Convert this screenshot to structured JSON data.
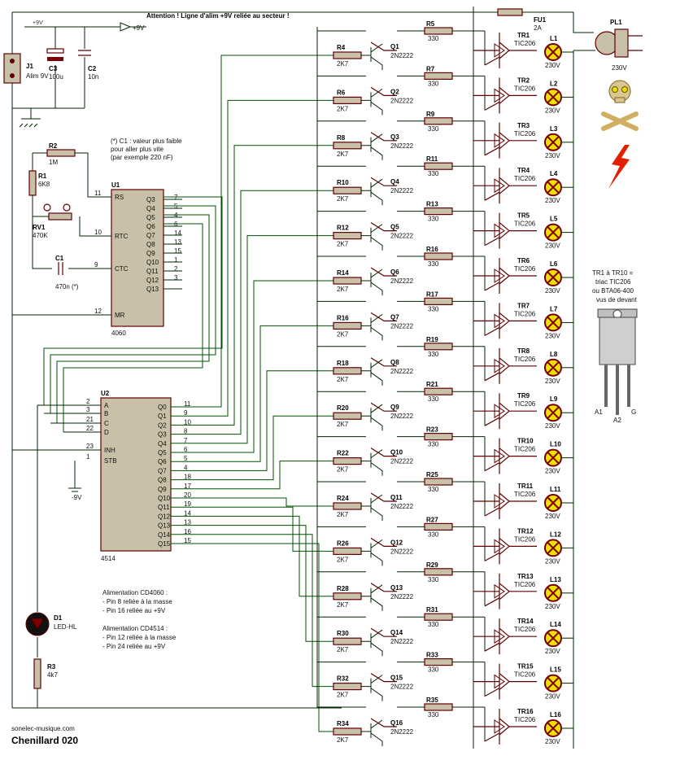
{
  "warning": "Attention ! Ligne d'alim +9V reliée au secteur !",
  "title": "Chenillard 020",
  "site": "sonelec-musique.com",
  "plus9v_label": "+9V",
  "minus9v_label": "-9V",
  "v9_small": "+9V",
  "j1": {
    "ref": "J1",
    "value": "Alim 9V"
  },
  "c3": {
    "ref": "C3",
    "value": "100u"
  },
  "c2": {
    "ref": "C2",
    "value": "10n"
  },
  "r2": {
    "ref": "R2",
    "value": "1M"
  },
  "r1": {
    "ref": "R1",
    "value": "6K8"
  },
  "rv1": {
    "ref": "RV1",
    "value": "470K"
  },
  "c1": {
    "ref": "C1",
    "value": "470n (*)"
  },
  "c1_note": [
    "(*) C1 : valeur plus faible",
    "pour aller plus vite",
    "(par exemple 220 nF)"
  ],
  "u1": {
    "ref": "U1",
    "part": "4060",
    "left_pins": [
      {
        "num": "11",
        "name": "RS"
      },
      {
        "num": "10",
        "name": "RTC"
      },
      {
        "num": "9",
        "name": "CTC"
      },
      {
        "num": "12",
        "name": "MR"
      }
    ],
    "right_pins": [
      {
        "name": "Q3",
        "num": "7"
      },
      {
        "name": "Q4",
        "num": "5"
      },
      {
        "name": "Q5",
        "num": "4"
      },
      {
        "name": "Q6",
        "num": "6"
      },
      {
        "name": "Q7",
        "num": "14"
      },
      {
        "name": "Q8",
        "num": "13"
      },
      {
        "name": "Q9",
        "num": "15"
      },
      {
        "name": "Q10",
        "num": "1"
      },
      {
        "name": "Q11",
        "num": "2"
      },
      {
        "name": "Q12",
        "num": "3"
      },
      {
        "name": "Q13",
        "num": ""
      }
    ]
  },
  "u2": {
    "ref": "U2",
    "part": "4514",
    "left_pins": [
      {
        "num": "2",
        "name": "A"
      },
      {
        "num": "3",
        "name": "B"
      },
      {
        "num": "21",
        "name": "C"
      },
      {
        "num": "22",
        "name": "D"
      },
      {
        "num": "23",
        "name": "INH"
      },
      {
        "num": "1",
        "name": "STB"
      }
    ],
    "right_pins": [
      {
        "name": "Q0",
        "num": "11"
      },
      {
        "name": "Q1",
        "num": "9"
      },
      {
        "name": "Q2",
        "num": "10"
      },
      {
        "name": "Q3",
        "num": "8"
      },
      {
        "name": "Q4",
        "num": "7"
      },
      {
        "name": "Q5",
        "num": "6"
      },
      {
        "name": "Q6",
        "num": "5"
      },
      {
        "name": "Q7",
        "num": "4"
      },
      {
        "name": "Q8",
        "num": "18"
      },
      {
        "name": "Q9",
        "num": "17"
      },
      {
        "name": "Q10",
        "num": "20"
      },
      {
        "name": "Q11",
        "num": "19"
      },
      {
        "name": "Q12",
        "num": "14"
      },
      {
        "name": "Q13",
        "num": "13"
      },
      {
        "name": "Q14",
        "num": "16"
      },
      {
        "name": "Q15",
        "num": "15"
      }
    ]
  },
  "d1": {
    "ref": "D1",
    "value": "LED-HL"
  },
  "r3": {
    "ref": "R3",
    "value": "4k7"
  },
  "supply_notes": [
    "Alimentation CD4060 :",
    "- Pin 8 reliée à la masse",
    "- Pin 16 reliée au +9V",
    "Alimentation CD4514 :",
    "- Pin 12 reliée à la masse",
    "- Pin 24 reliée au +9V"
  ],
  "fu1": {
    "ref": "FU1",
    "value": "2A"
  },
  "pl1": {
    "ref": "PL1",
    "value": "230V"
  },
  "triac_note": [
    "TR1 à TR10 =",
    "triac TIC206",
    "ou BTA06-400",
    "vus de devant"
  ],
  "triac_pins": [
    "A1",
    "A2",
    "G"
  ],
  "stages": [
    {
      "rb": "R4",
      "rc": "R5",
      "q": "Q1",
      "tr": "TR1",
      "l": "L1"
    },
    {
      "rb": "R6",
      "rc": "R7",
      "q": "Q2",
      "tr": "TR2",
      "l": "L2"
    },
    {
      "rb": "R8",
      "rc": "R9",
      "q": "Q3",
      "tr": "TR3",
      "l": "L3"
    },
    {
      "rb": "R10",
      "rc": "R11",
      "q": "Q4",
      "tr": "TR4",
      "l": "L4"
    },
    {
      "rb": "R12",
      "rc": "R13",
      "q": "Q5",
      "tr": "TR5",
      "l": "L5"
    },
    {
      "rb": "R14",
      "rc": "R16",
      "q": "Q6",
      "tr": "TR6",
      "l": "L6"
    },
    {
      "rb": "R16",
      "rc": "R17",
      "q": "Q7",
      "tr": "TR7",
      "l": "L7"
    },
    {
      "rb": "R18",
      "rc": "R19",
      "q": "Q8",
      "tr": "TR8",
      "l": "L8"
    },
    {
      "rb": "R20",
      "rc": "R21",
      "q": "Q9",
      "tr": "TR9",
      "l": "L9"
    },
    {
      "rb": "R22",
      "rc": "R23",
      "q": "Q10",
      "tr": "TR10",
      "l": "L10"
    },
    {
      "rb": "R24",
      "rc": "R25",
      "q": "Q11",
      "tr": "TR11",
      "l": "L11"
    },
    {
      "rb": "R26",
      "rc": "R27",
      "q": "Q12",
      "tr": "TR12",
      "l": "L12"
    },
    {
      "rb": "R28",
      "rc": "R29",
      "q": "Q13",
      "tr": "TR13",
      "l": "L13"
    },
    {
      "rb": "R30",
      "rc": "R31",
      "q": "Q14",
      "tr": "TR14",
      "l": "L14"
    },
    {
      "rb": "R32",
      "rc": "R33",
      "q": "Q15",
      "tr": "TR15",
      "l": "L15"
    },
    {
      "rb": "R34",
      "rc": "R35",
      "q": "Q16",
      "tr": "TR16",
      "l": "L16"
    }
  ],
  "stage_values": {
    "rb": "2K7",
    "rc": "330",
    "q": "2N2222",
    "tr": "TIC206",
    "l": "230V"
  }
}
